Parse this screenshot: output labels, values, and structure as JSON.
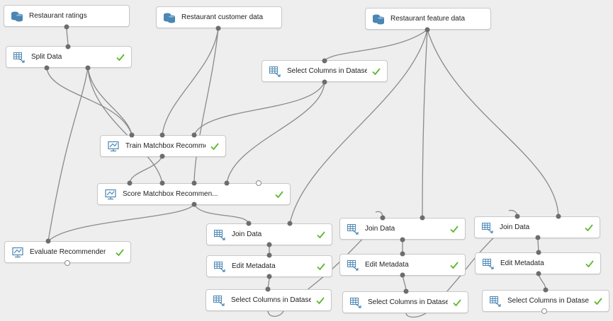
{
  "canvas": {
    "background": "#eeeeee",
    "accent_check": "#5cb82e",
    "icon_color": "#4b86b4"
  },
  "nodes": {
    "restaurant_ratings": {
      "label": "Restaurant ratings",
      "icon": "dataset-icon",
      "status": ""
    },
    "restaurant_customer_data": {
      "label": "Restaurant customer data",
      "icon": "dataset-icon",
      "status": ""
    },
    "restaurant_feature_data": {
      "label": "Restaurant feature data",
      "icon": "dataset-icon",
      "status": ""
    },
    "split_data": {
      "label": "Split Data",
      "icon": "module-grid-icon",
      "status": "complete"
    },
    "select_columns_top": {
      "label": "Select Columns in Dataset",
      "icon": "module-grid-icon",
      "status": "complete"
    },
    "train_matchbox": {
      "label": "Train Matchbox Recommen...",
      "icon": "train-icon",
      "status": "complete"
    },
    "score_matchbox": {
      "label": "Score Matchbox Recommen...",
      "icon": "train-icon",
      "status": "complete"
    },
    "evaluate_recommender": {
      "label": "Evaluate Recommender",
      "icon": "train-icon",
      "status": "complete"
    },
    "join_data_1": {
      "label": "Join Data",
      "icon": "module-grid-icon",
      "status": "complete"
    },
    "edit_metadata_1": {
      "label": "Edit Metadata",
      "icon": "module-grid-icon",
      "status": "complete"
    },
    "select_columns_1": {
      "label": "Select Columns in Dataset",
      "icon": "module-grid-icon",
      "status": "complete"
    },
    "join_data_2": {
      "label": "Join Data",
      "icon": "module-grid-icon",
      "status": "complete"
    },
    "edit_metadata_2": {
      "label": "Edit Metadata",
      "icon": "module-grid-icon",
      "status": "complete"
    },
    "select_columns_2": {
      "label": "Select Columns in Dataset",
      "icon": "module-grid-icon",
      "status": "complete"
    },
    "join_data_3": {
      "label": "Join Data",
      "icon": "module-grid-icon",
      "status": "complete"
    },
    "edit_metadata_3": {
      "label": "Edit Metadata",
      "icon": "module-grid-icon",
      "status": "complete"
    },
    "select_columns_3": {
      "label": "Select Columns in Dataset",
      "icon": "module-grid-icon",
      "status": "complete"
    }
  }
}
